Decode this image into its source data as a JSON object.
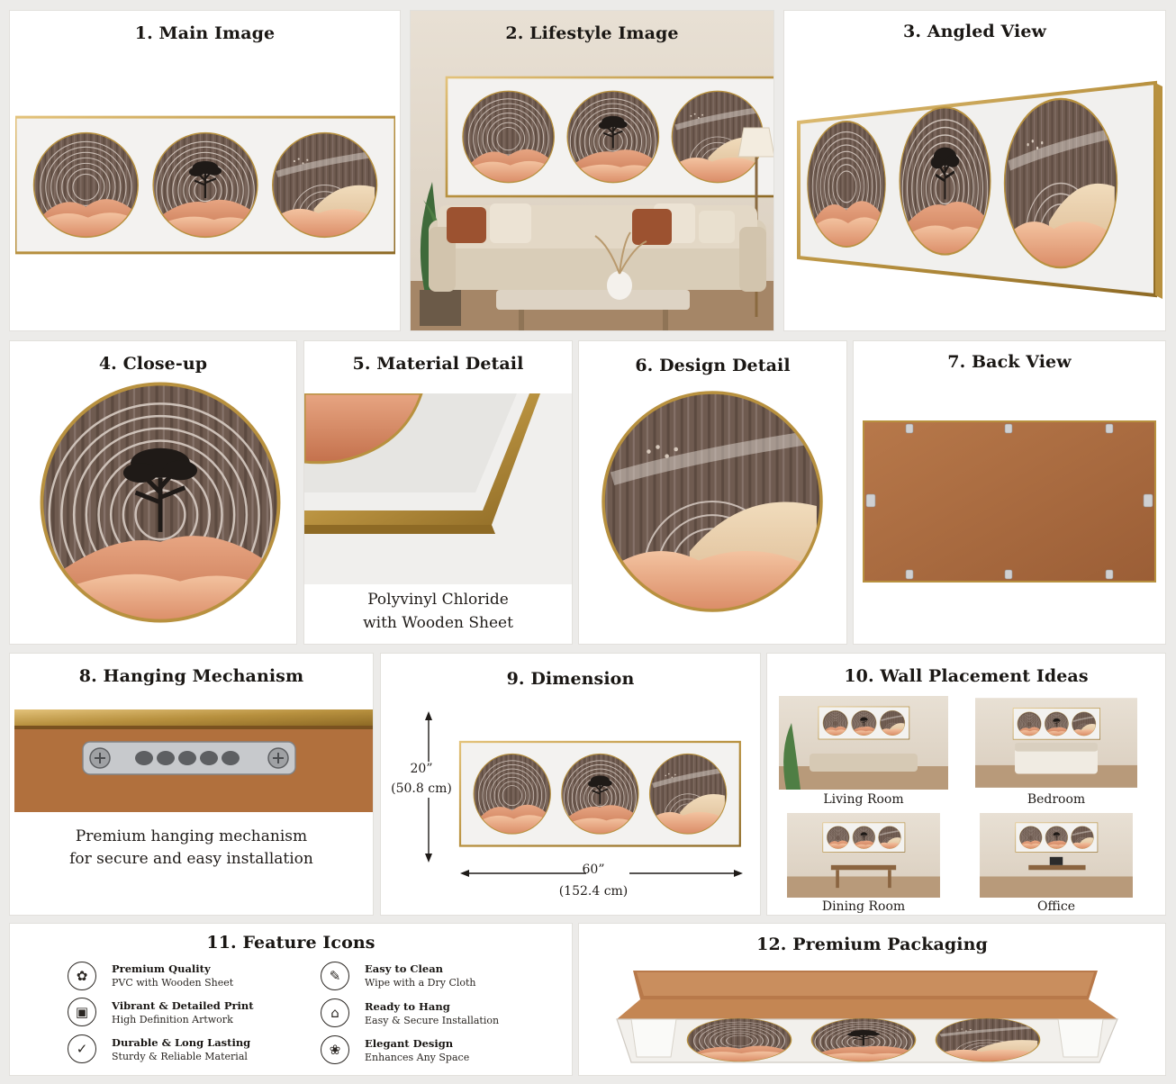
{
  "panels": {
    "p1": {
      "title": "1. Main Image"
    },
    "p2": {
      "title": "2. Lifestyle Image"
    },
    "p3": {
      "title": "3. Angled View"
    },
    "p4": {
      "title": "4. Close-up"
    },
    "p5": {
      "title": "5. Material Detail",
      "caption_line1": "Polyvinyl Chloride",
      "caption_line2": "with Wooden Sheet"
    },
    "p6": {
      "title": "6. Design Detail"
    },
    "p7": {
      "title": "7. Back View"
    },
    "p8": {
      "title": "8. Hanging Mechanism",
      "caption_line1": "Premium hanging mechanism",
      "caption_line2": "for secure and easy installation"
    },
    "p9": {
      "title": "9. Dimension",
      "height_in": "20”",
      "height_cm": "(50.8 cm)",
      "width_in": "60”",
      "width_cm": "(152.4 cm)"
    },
    "p10": {
      "title": "10. Wall Placement Ideas",
      "rooms": [
        "Living Room",
        "Bedroom",
        "Dining Room",
        "Office"
      ]
    },
    "p11": {
      "title": "11. Feature Icons",
      "features": [
        {
          "title": "Premium Quality",
          "sub": "PVC with Wooden Sheet",
          "icon": "quality-badge-icon"
        },
        {
          "title": "Vibrant & Detailed Print",
          "sub": "High Definition Artwork",
          "icon": "print-icon"
        },
        {
          "title": "Durable & Long Lasting",
          "sub": "Sturdy & Reliable Material",
          "icon": "durable-check-icon"
        },
        {
          "title": "Easy to Clean",
          "sub": "Wipe with a Dry Cloth",
          "icon": "brush-icon"
        },
        {
          "title": "Ready to Hang",
          "sub": "Easy & Secure Installation",
          "icon": "hanger-icon"
        },
        {
          "title": "Elegant Design",
          "sub": "Enhances Any Space",
          "icon": "elegant-design-icon"
        }
      ]
    },
    "p12": {
      "title": "12. Premium Packaging"
    }
  },
  "colors": {
    "gold": "#b8913f",
    "wood": "#6e5a4f",
    "sand_light": "#f0c2a0",
    "sand_mid": "#e29e78",
    "sand_dark": "#c97a55",
    "cream": "#e7d3b2",
    "cardboard": "#b8794a"
  }
}
